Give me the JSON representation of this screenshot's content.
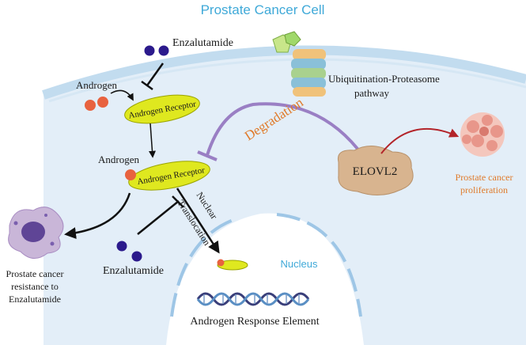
{
  "title": "Prostate Cancer Cell",
  "labels": {
    "enzalutamide_top": "Enzalutamide",
    "androgen_top": "Androgen",
    "androgen_receptor_top": "Androgen Receptor",
    "androgen_mid": "Androgen",
    "androgen_receptor_mid": "Androgen Receptor",
    "ubiquitin_line1": "Ubiquitination-Proteasome",
    "ubiquitin_line2": "pathway",
    "degradation": "Degradation",
    "elovl2": "ELOVL2",
    "proliferation_line1": "Prostate cancer",
    "proliferation_line2": "proliferation",
    "nuclear": "Nuclear",
    "translocation": "Translocation",
    "nucleus": "Nucleus",
    "enzalutamide_bottom": "Enzalutamide",
    "resistance_line1": "Prostate cancer",
    "resistance_line2": "resistance to",
    "resistance_line3": "Enzalutamide",
    "are": "Androgen Response Element"
  },
  "colors": {
    "cell_fill": "#e3eef8",
    "membrane": "#c2dcef",
    "receptor": "#dfe81f",
    "androgen": "#e8623f",
    "enzalutamide": "#2b1a8c",
    "degradation_arrow": "#9a7fc4",
    "proliferation_arrow": "#b3242a",
    "elovl2": "#d8b48f",
    "title": "#3fa9d8",
    "degradation_text": "#e07a2a"
  }
}
